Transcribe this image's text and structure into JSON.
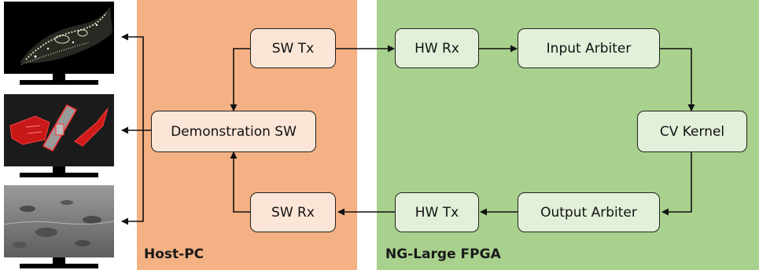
{
  "regions": {
    "host_label": "Host-PC",
    "fpga_label": "NG-Large FPGA"
  },
  "blocks": {
    "sw_tx": "SW Tx",
    "demo_sw": "Demonstration SW",
    "sw_rx": "SW Rx",
    "hw_rx": "HW Rx",
    "input_arbiter": "Input Arbiter",
    "cv_kernel": "CV Kernel",
    "output_arbiter": "Output Arbiter",
    "hw_tx": "HW Tx"
  },
  "colors": {
    "host_region": "#F4B183",
    "host_box": "#FBE5D6",
    "fpga_region": "#A9D18E",
    "fpga_box": "#E2F0D9"
  },
  "monitors": [
    {
      "content": "point-cloud-image"
    },
    {
      "content": "red-segmentation-image"
    },
    {
      "content": "lunar-terrain-image"
    }
  ]
}
